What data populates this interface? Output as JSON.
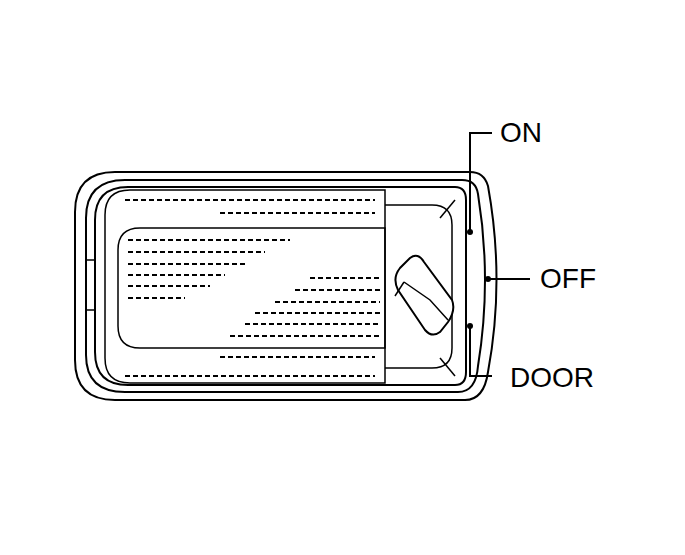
{
  "diagram": {
    "labels": [
      "ON",
      "OFF",
      "DOOR"
    ]
  }
}
